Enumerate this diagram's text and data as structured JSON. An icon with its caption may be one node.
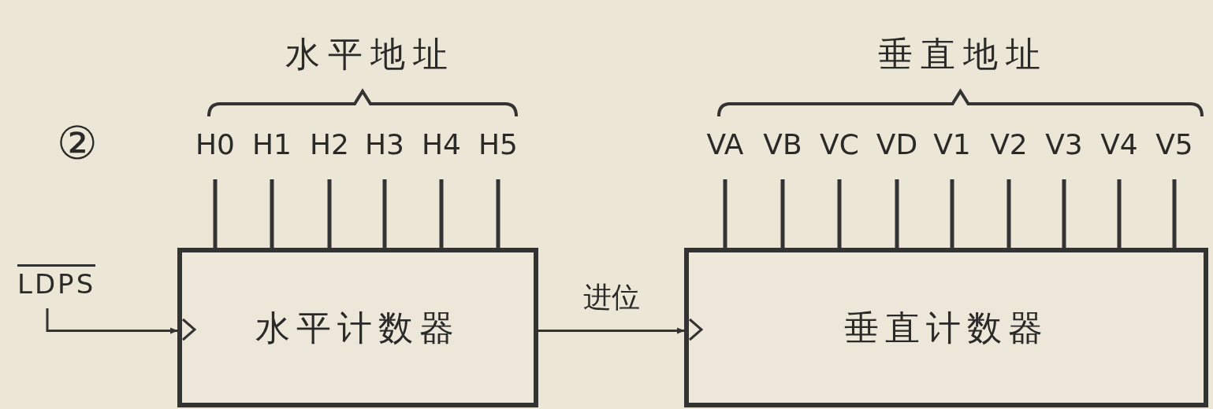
{
  "diagram": {
    "nodes": [
      {
        "text": [
          "LDPS"
        ]
      },
      {
        "text": [
          "水平计数器"
        ]
      },
      {
        "text": [
          "垂直计数器"
        ]
      }
    ],
    "edges": [
      {
        "from": 0,
        "to": 1,
        "arrow": "to"
      },
      {
        "from": 1,
        "to": 2,
        "arrow": "to",
        "label": "进位"
      }
    ],
    "labels": [
      "水平地址",
      "垂直地址",
      "②",
      "H0",
      "H1",
      "H2",
      "H3",
      "H4",
      "H5",
      "VA",
      "VB",
      "VC",
      "VD",
      "V1",
      "V2",
      "V3",
      "V4",
      "V5"
    ]
  }
}
